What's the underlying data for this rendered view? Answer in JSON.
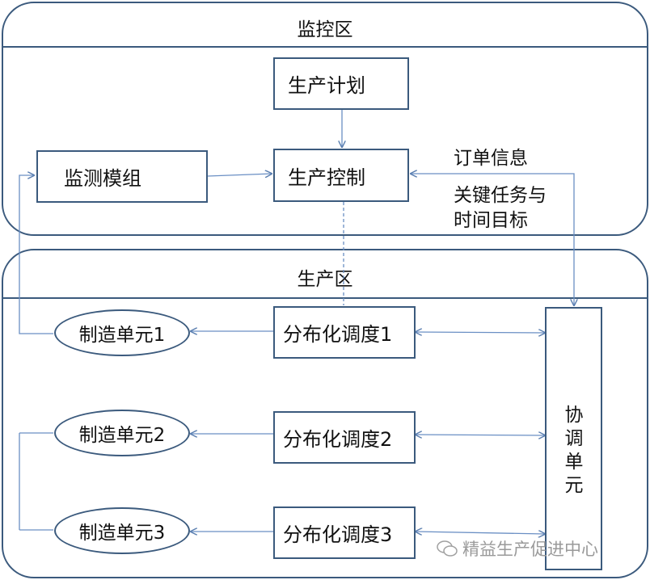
{
  "monitor_zone": {
    "title": "监控区"
  },
  "production_zone": {
    "title": "生产区"
  },
  "boxes": {
    "production_plan": "生产计划",
    "production_control": "生产控制",
    "monitoring_module": "监测模组"
  },
  "annotations": {
    "order_info": "订单信息",
    "key_tasks_line1": "关键任务与",
    "key_tasks_line2": "时间目标"
  },
  "schedulers": [
    "分布化调度1",
    "分布化调度2",
    "分布化调度3"
  ],
  "units": [
    "制造单元1",
    "制造单元2",
    "制造单元3"
  ],
  "coordination_unit": {
    "chars": [
      "协",
      "调",
      "单",
      "元"
    ]
  },
  "watermark": "精益生产促进中心"
}
